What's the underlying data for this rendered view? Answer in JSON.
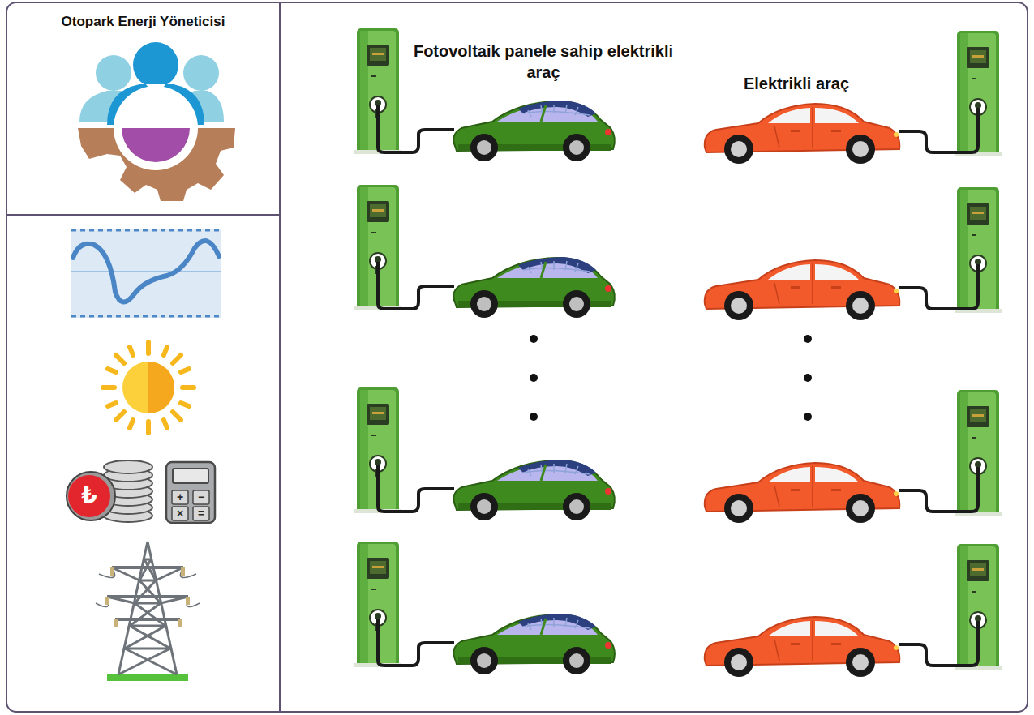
{
  "diagram": {
    "nodes": [
      {
        "text": [
          "Otopark Enerji Yöneticisi"
        ]
      }
    ],
    "labels": [
      "Fotovoltaik panele sahip elektrikli araç",
      "Elektrikli araç",
      "₺",
      "+",
      "−",
      "×",
      "="
    ]
  }
}
